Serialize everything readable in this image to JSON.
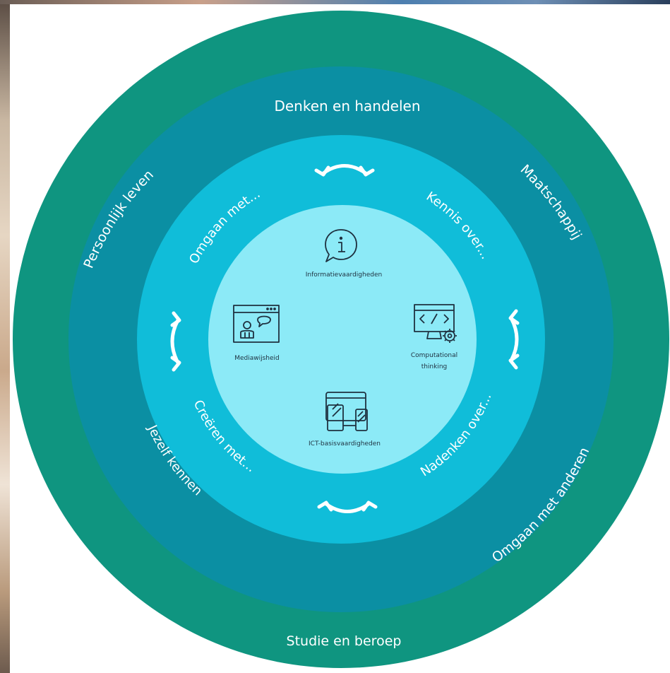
{
  "colors": {
    "outer_ring": "#0f9580",
    "middle_ring": "#0b8fa3",
    "inner_ring": "#10bdd9",
    "core": "#8ceaf7",
    "text_on_ring": "#ffffff",
    "text_core": "#1f3140"
  },
  "outer_ring": {
    "top": "Persoonlijk leven",
    "right": "Maatschappij",
    "bottom": "Studie en beroep",
    "left_lower": "Omgaan met anderen"
  },
  "middle_ring": {
    "top": "Denken en handelen",
    "left": "Jezelf kennen"
  },
  "inner_ring": {
    "upper_left": "Omgaan met...",
    "upper_right": "Kennis over...",
    "lower_left": "Creëren met...",
    "lower_right": "Nadenken over..."
  },
  "arrows": [
    "swap-arrows-icon",
    "swap-arrows-icon",
    "swap-arrows-icon",
    "swap-arrows-icon"
  ],
  "skills": {
    "top": {
      "label": "Informatievaardigheden",
      "icon": "info-bubble-icon"
    },
    "left": {
      "label": "Mediawijsheid",
      "icon": "media-window-icon"
    },
    "right": {
      "label_line1": "Computational",
      "label_line2": "thinking",
      "icon": "code-monitor-icon"
    },
    "bottom": {
      "label": "ICT-basisvaardigheden",
      "icon": "devices-icon"
    }
  }
}
